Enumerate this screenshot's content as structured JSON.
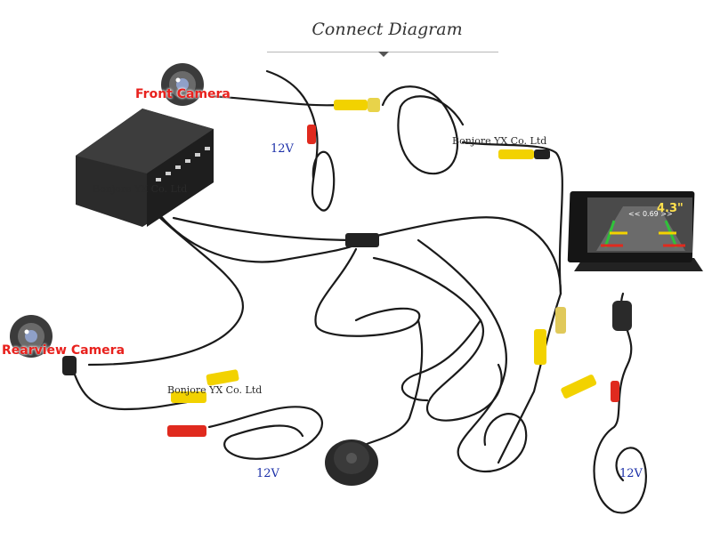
{
  "title": "Connect Diagram",
  "labels": {
    "front_camera": "Front Camera",
    "rearview_camera": "Rearview Camera"
  },
  "power_labels": [
    "12V",
    "12V",
    "12V"
  ],
  "watermarks": [
    "Bonjore YX Co. Ltd",
    "Bonjore YX Co. Ltd",
    "Bonjore YX Co. Ltd"
  ],
  "monitor": {
    "screen_size": "4.3\"",
    "distance": "<< 0.69 >>"
  },
  "colors": {
    "title_text": "#333333",
    "camera_label": "#e8211d",
    "power_label": "#1b2fa8",
    "cable": "#1a1a1a",
    "rca_yellow": "#f2d200",
    "rca_red": "#e02a1e"
  },
  "icons": [
    "camera-icon",
    "camera-icon"
  ]
}
